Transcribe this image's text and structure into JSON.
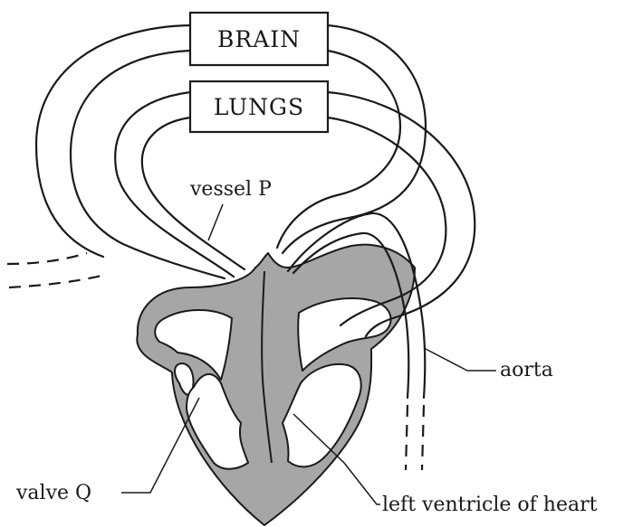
{
  "organs": {
    "brain": "BRAIN",
    "lungs": "LUNGS"
  },
  "labels": {
    "vessel_p": "vessel P",
    "aorta": "aorta",
    "valve_q": "valve Q",
    "left_ventricle": "left ventricle of heart"
  },
  "colors": {
    "line": "#1a1a1a",
    "heart_tissue": "#a6a6a6",
    "background": "#ffffff"
  }
}
